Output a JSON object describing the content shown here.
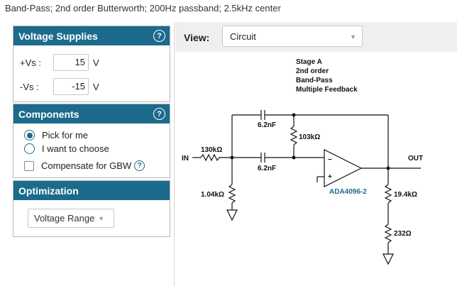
{
  "page": {
    "title": "Band-Pass; 2nd order Butterworth; 200Hz passband; 2.5kHz center"
  },
  "supplies": {
    "header": "Voltage Supplies",
    "help": "?",
    "pos": {
      "label": "+Vs :",
      "value": "15",
      "unit": "V"
    },
    "neg": {
      "label": "-Vs :",
      "value": "-15",
      "unit": "V"
    }
  },
  "components": {
    "header": "Components",
    "help": "?",
    "options": [
      {
        "label": "Pick for me",
        "checked": true
      },
      {
        "label": "I want to choose",
        "checked": false
      }
    ],
    "gbw": {
      "label": "Compensate for GBW",
      "checked": false,
      "help": "?"
    }
  },
  "optimization": {
    "header": "Optimization",
    "selected": "Voltage Range"
  },
  "view": {
    "label": "View:",
    "selected": "Circuit"
  },
  "circuit": {
    "stage_title": [
      "Stage A",
      "2nd order",
      "Band-Pass",
      "Multiple Feedback"
    ],
    "in_label": "IN",
    "out_label": "OUT",
    "c1": "6.2nF",
    "c2": "6.2nF",
    "r_in": "130kΩ",
    "r_shunt": "1.04kΩ",
    "r_fb": "103kΩ",
    "r_out1": "19.4kΩ",
    "r_out2": "232Ω",
    "opamp": "ADA4096-2",
    "minus": "−",
    "plus": "+"
  },
  "colors": {
    "accent": "#1c6b8c",
    "view_bar": "#efefef"
  }
}
